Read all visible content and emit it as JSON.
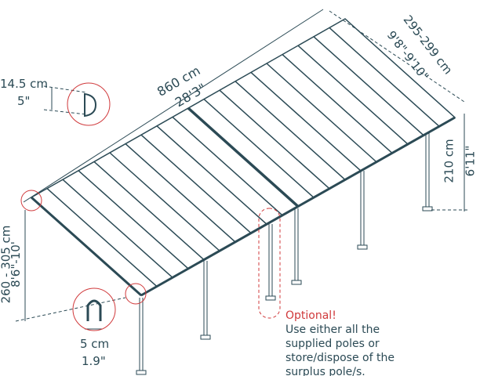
{
  "dimensions": {
    "length_cm": "860 cm",
    "length_ft": "28'3\"",
    "width_cm": "295-299 cm",
    "width_ft": "9'8\"-9'10\"",
    "front_height_cm": "210 cm",
    "front_height_ft": "6'11\"",
    "back_height_cm": "260 - 305 cm",
    "back_height_ft": "8'6\"-10'",
    "gutter_cm": "14.5 cm",
    "gutter_in": "5\"",
    "post_cm": "5 cm",
    "post_in": "1.9\""
  },
  "note": {
    "title": "Optional!",
    "lines": [
      "Use either all the",
      "supplied poles or",
      "store/dispose of the",
      "surplus pole/s."
    ]
  },
  "colors": {
    "line": "#2b4a55",
    "accent": "#d0393b"
  }
}
